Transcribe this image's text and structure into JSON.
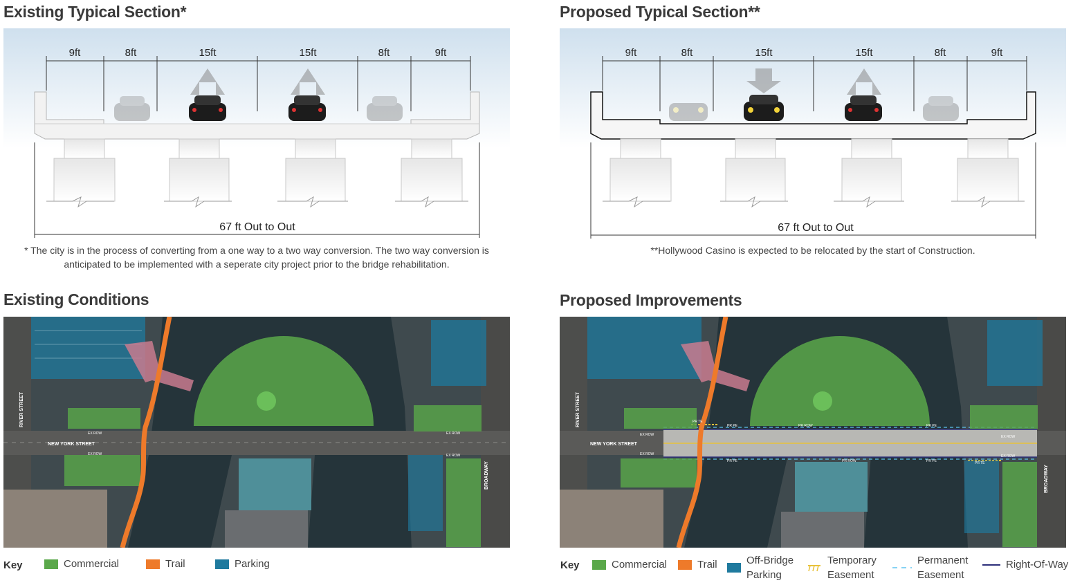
{
  "sections": {
    "existing_title": "Existing Typical Section*",
    "proposed_title": "Proposed Typical Section**",
    "lanes": [
      "9ft",
      "8ft",
      "15ft",
      "15ft",
      "8ft",
      "9ft"
    ],
    "total_width": "67 ft Out to Out",
    "existing_note_line1": "* The city is in the process of converting from a one way to a two way conversion. The two way conversion is",
    "existing_note_line2": "anticipated to be implemented with a seperate city project prior to the bridge rehabilitation.",
    "proposed_note": "**Hollywood Casino is expected to be relocated by the start of Construction."
  },
  "maps": {
    "existing_title": "Existing Conditions",
    "proposed_title": "Proposed Improvements",
    "street_river": "RIVER STREET",
    "street_newyork": "NEW   YORK  STREET",
    "street_broadway": "BROADWAY",
    "ex_row": "EX ROW",
    "pr_row": "PR ROW",
    "pr_pe": "PR PE",
    "pr_te": "PR TE"
  },
  "legend_existing": {
    "key": "Key",
    "items": [
      {
        "label": "Commercial",
        "color": "#5aa84a"
      },
      {
        "label": "Trail",
        "color": "#ee7a2a"
      },
      {
        "label": "Parking",
        "color": "#1f7a9e"
      }
    ]
  },
  "legend_proposed": {
    "key": "Key",
    "commercial": "Commercial",
    "trail": "Trail",
    "offbridge_1": "Off-Bridge",
    "offbridge_2": "Parking",
    "temporary_1": "Temporary",
    "temporary_2": "Easement",
    "permanent_1": "Permanent",
    "permanent_2": "Easement",
    "row": "Right-Of-Way",
    "colors": {
      "commercial": "#5aa84a",
      "trail": "#ee7a2a",
      "parking": "#1f7a9e",
      "temporary": "#e8c23a",
      "permanent": "#5ec4f0",
      "row": "#2d2f7a"
    }
  }
}
